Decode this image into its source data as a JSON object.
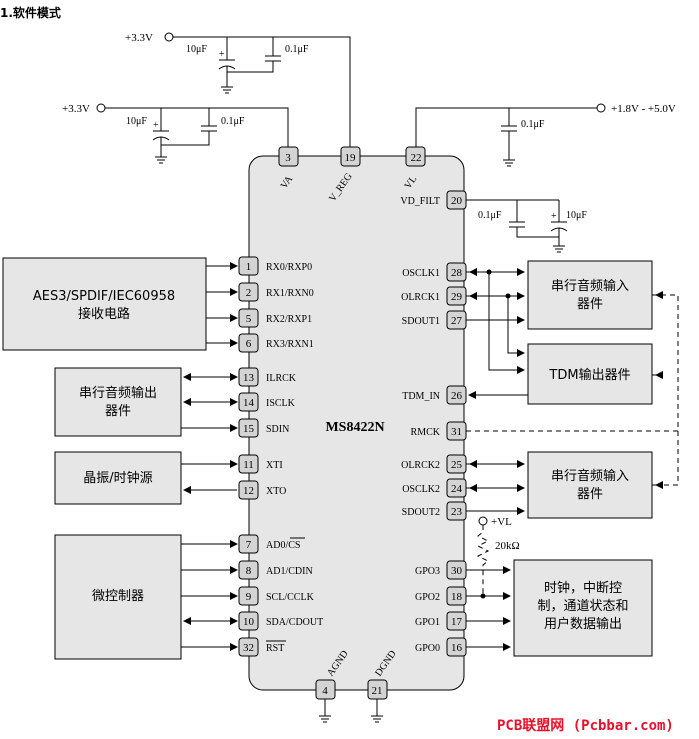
{
  "title": "1.软件模式",
  "chip": "MS8422N",
  "watermark": "PCB联盟网 (Pcbbar.com)",
  "supplies": {
    "s1": "+3.3V",
    "s2": "+3.3V",
    "s3": "+1.8V - +5.0V",
    "vl": "+VL"
  },
  "caps": {
    "c1a": "10μF",
    "c1b": "0.1μF",
    "c2a": "10μF",
    "c2b": "0.1μF",
    "c3": "0.1μF",
    "c4a": "0.1μF",
    "c4b": "10μF"
  },
  "resistor": "20kΩ",
  "top_pins": [
    {
      "num": "3",
      "label": "VA"
    },
    {
      "num": "19",
      "label": "V_REG"
    },
    {
      "num": "22",
      "label": "VL"
    }
  ],
  "bottom_pins": [
    {
      "num": "4",
      "label": "AGND"
    },
    {
      "num": "21",
      "label": "DGND"
    }
  ],
  "left_pins": [
    {
      "num": "1",
      "label": "RX0/RXP0"
    },
    {
      "num": "2",
      "label": "RX1/RXN0"
    },
    {
      "num": "5",
      "label": "RX2/RXP1"
    },
    {
      "num": "6",
      "label": "RX3/RXN1"
    },
    {
      "num": "13",
      "label": "ILRCK"
    },
    {
      "num": "14",
      "label": "ISCLK"
    },
    {
      "num": "15",
      "label": "SDIN"
    },
    {
      "num": "11",
      "label": "XTI"
    },
    {
      "num": "12",
      "label": "XTO"
    },
    {
      "num": "7",
      "label": "AD0/CS"
    },
    {
      "num": "8",
      "label": "AD1/CDIN"
    },
    {
      "num": "9",
      "label": "SCL/CCLK"
    },
    {
      "num": "10",
      "label": "SDA/CDOUT"
    },
    {
      "num": "32",
      "label": "RST"
    }
  ],
  "right_pins": [
    {
      "num": "20",
      "label": "VD_FILT"
    },
    {
      "num": "28",
      "label": "OSCLK1"
    },
    {
      "num": "29",
      "label": "OLRCK1"
    },
    {
      "num": "27",
      "label": "SDOUT1"
    },
    {
      "num": "26",
      "label": "TDM_IN"
    },
    {
      "num": "31",
      "label": "RMCK"
    },
    {
      "num": "25",
      "label": "OLRCK2"
    },
    {
      "num": "24",
      "label": "OSCLK2"
    },
    {
      "num": "23",
      "label": "SDOUT2"
    },
    {
      "num": "30",
      "label": "GPO3"
    },
    {
      "num": "18",
      "label": "GPO2"
    },
    {
      "num": "17",
      "label": "GPO1"
    },
    {
      "num": "16",
      "label": "GPO0"
    }
  ],
  "blocks": {
    "aes": [
      "AES3/SPDIF/IEC60958",
      "接收电路"
    ],
    "serial_out": [
      "串行音频输出",
      "器件"
    ],
    "crystal": [
      "晶振/时钟源"
    ],
    "mcu": [
      "微控制器"
    ],
    "serial_in1": [
      "串行音频输入",
      "器件"
    ],
    "tdm": [
      "TDM输出器件"
    ],
    "serial_in2": [
      "串行音频输入",
      "器件"
    ],
    "status": [
      "时钟，中断控",
      "制，通道状态和",
      "用户数据输出"
    ]
  }
}
